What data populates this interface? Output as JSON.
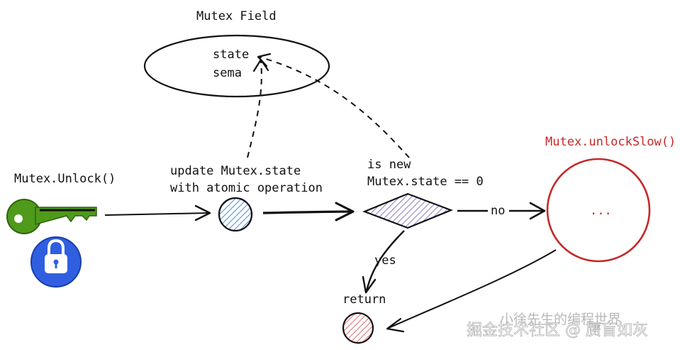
{
  "mutex_field": {
    "title": "Mutex Field",
    "fields": [
      "state",
      "sema"
    ]
  },
  "unlock": {
    "title": "Mutex.Unlock()"
  },
  "update_step": {
    "line1": "update Mutex.state",
    "line2": "with atomic operation"
  },
  "decision": {
    "line1": "is new",
    "line2": "Mutex.state == 0",
    "yes_label": "yes",
    "no_label": "no"
  },
  "unlock_slow": {
    "title": "Mutex.unlockSlow()",
    "body": "..."
  },
  "return_node": {
    "label": "return"
  },
  "watermark": {
    "line1": "小徐先生的编程世界",
    "line2": "掘金技术社区 @ 赝盲如灰"
  },
  "colors": {
    "ink": "#111111",
    "blue_node": "#2f7fd6",
    "decision_fill": "#6a5acd",
    "return_node": "#d64545",
    "unlock_slow": "#c62828",
    "key": "#4f9a1a",
    "lock_badge": "#2f5fe0"
  }
}
